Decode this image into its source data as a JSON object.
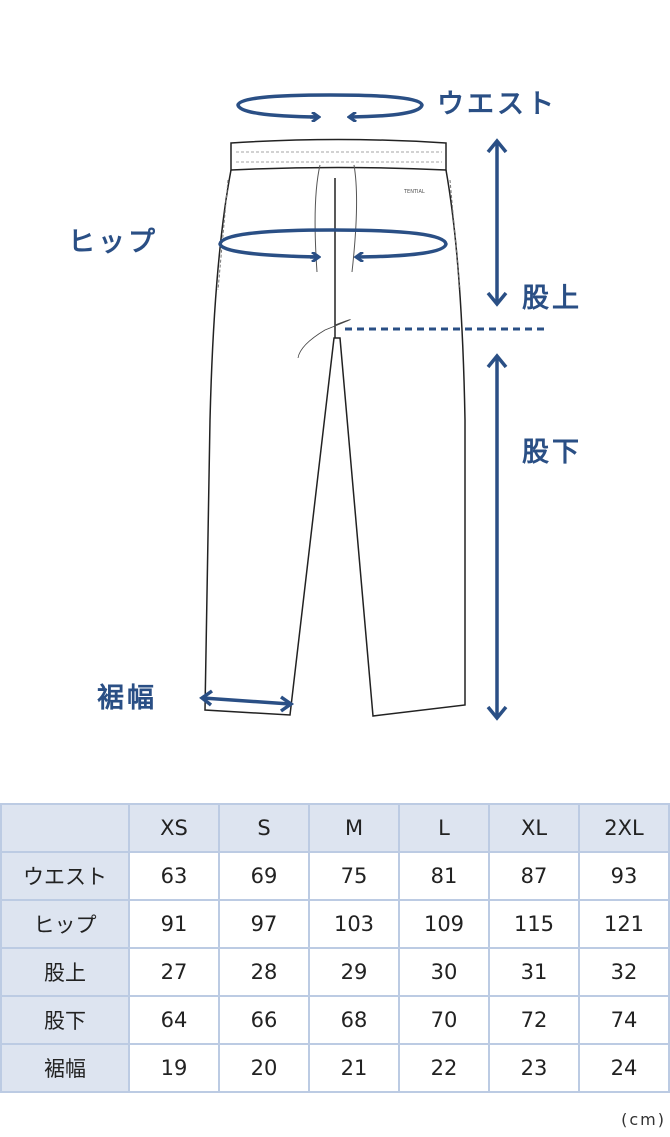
{
  "labels": {
    "waist": "ウエスト",
    "hip": "ヒップ",
    "rise": "股上",
    "inseam": "股下",
    "hem": "裾幅",
    "brand_tag": "TENTIAL"
  },
  "colors": {
    "accent": "#2a4f85",
    "header_bg": "#dde4f0",
    "border": "#bccbe3"
  },
  "table": {
    "headers": [
      "",
      "XS",
      "S",
      "M",
      "L",
      "XL",
      "2XL"
    ],
    "rows": [
      {
        "label": "ウエスト",
        "values": [
          "63",
          "69",
          "75",
          "81",
          "87",
          "93"
        ]
      },
      {
        "label": "ヒップ",
        "values": [
          "91",
          "97",
          "103",
          "109",
          "115",
          "121"
        ]
      },
      {
        "label": "股上",
        "values": [
          "27",
          "28",
          "29",
          "30",
          "31",
          "32"
        ]
      },
      {
        "label": "股下",
        "values": [
          "64",
          "66",
          "68",
          "70",
          "72",
          "74"
        ]
      },
      {
        "label": "裾幅",
        "values": [
          "19",
          "20",
          "21",
          "22",
          "23",
          "24"
        ]
      }
    ],
    "unit": "(cm)"
  }
}
